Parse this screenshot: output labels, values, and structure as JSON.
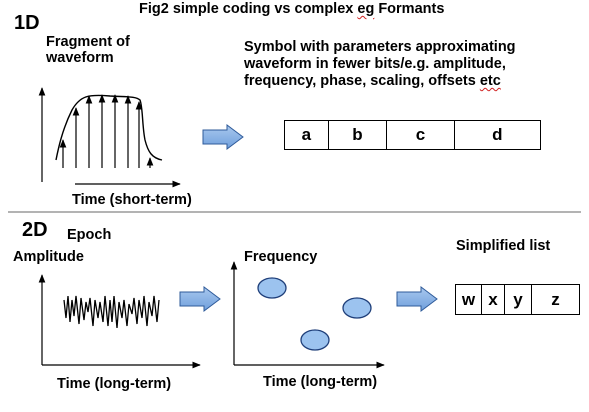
{
  "title": {
    "main": "Fig2 simple coding vs complex ",
    "eg": "eg",
    "tail": " Formants"
  },
  "one_d": {
    "label": "1D",
    "fragment_label": [
      "Fragment of",
      "waveform"
    ],
    "time_label": "Time (short-term)",
    "description": [
      "Symbol with parameters approximating",
      "waveform in fewer bits/e.g. amplitude,"
    ],
    "description_line3_main": "frequency, phase, scaling, offsets ",
    "description_line3_etc": "etc",
    "params": [
      "a",
      "b",
      "c",
      "d"
    ]
  },
  "two_d": {
    "label": "2D",
    "epoch_label": "Epoch",
    "amplitude_label": "Amplitude",
    "time_label_1": "Time (long-term)",
    "frequency_label": "Frequency",
    "time_label_2": "Time (long-term)",
    "simplified_label": "Simplified list",
    "list": [
      "w",
      "x",
      "y",
      "z"
    ]
  },
  "colors": {
    "block_arrow": "#8fb6e8",
    "formant_blob_fill": "#9cc3ef",
    "formant_blob_stroke": "#1f3f7a",
    "divider": "#9a9a9a",
    "spellcheck_underline": "#d02020"
  }
}
